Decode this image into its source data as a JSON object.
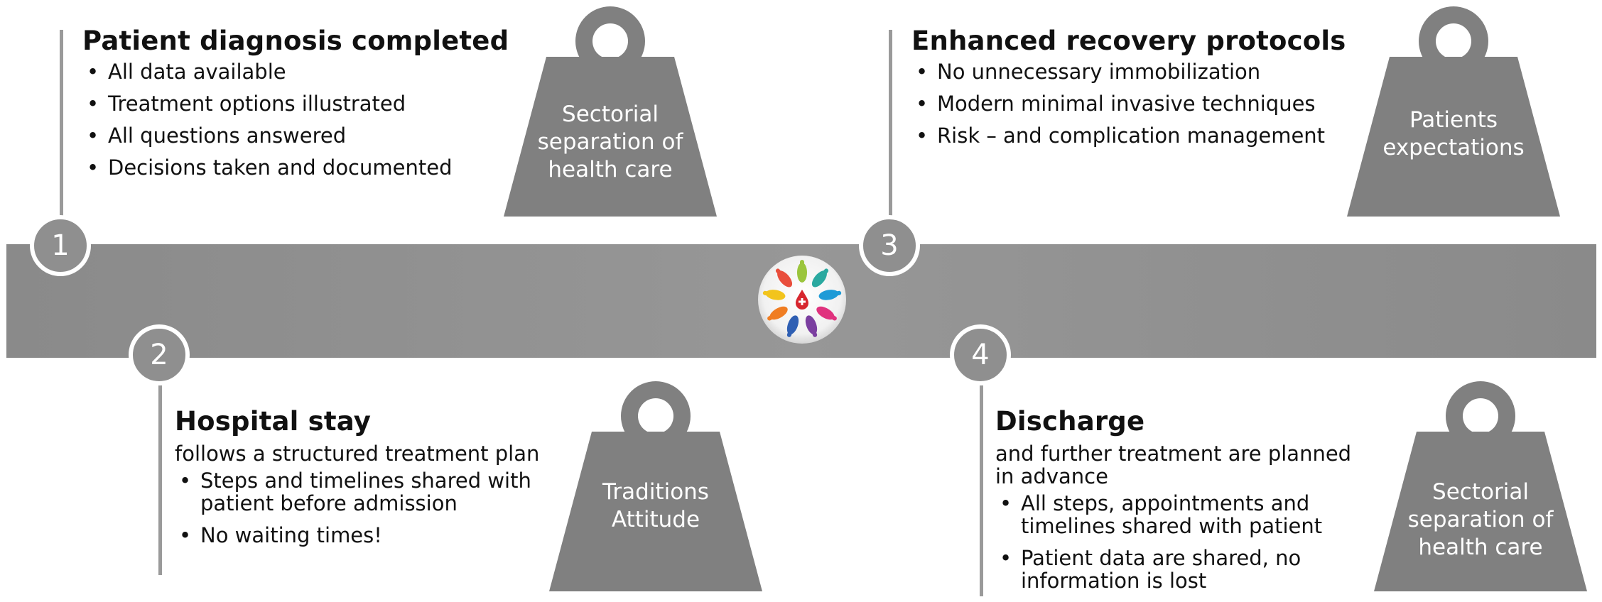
{
  "colors": {
    "band": "#939393",
    "weight": "#808080",
    "line": "#9a9a9a",
    "circle": "#8f8f8f",
    "text": "#111111",
    "label": "#ffffff"
  },
  "logo": {
    "icon": "hands-circle-logo"
  },
  "steps": [
    {
      "number": "1",
      "title": "Patient diagnosis completed",
      "lead": "",
      "bullets": [
        "All data available",
        "Treatment options illustrated",
        "All questions answered",
        "Decisions taken and documented"
      ],
      "weight_label": "Sectorial\nseparation of\nhealth care"
    },
    {
      "number": "2",
      "title": "Hospital stay",
      "lead": "follows a structured treatment plan",
      "bullets": [
        "Steps and timelines shared with patient before admission",
        "No waiting times!"
      ],
      "weight_label": "Traditions\nAttitude"
    },
    {
      "number": "3",
      "title": "Enhanced recovery protocols",
      "lead": "",
      "bullets": [
        "No unnecessary immobilization",
        "Modern minimal invasive techniques",
        "Risk – and complication management"
      ],
      "weight_label": "Patients\nexpectations"
    },
    {
      "number": "4",
      "title": "Discharge",
      "lead": "and further treatment are planned in advance",
      "bullets": [
        "All steps, appointments and timelines shared with patient",
        "Patient data are shared, no information is lost"
      ],
      "weight_label": "Sectorial\nseparation of\nhealth care"
    }
  ]
}
